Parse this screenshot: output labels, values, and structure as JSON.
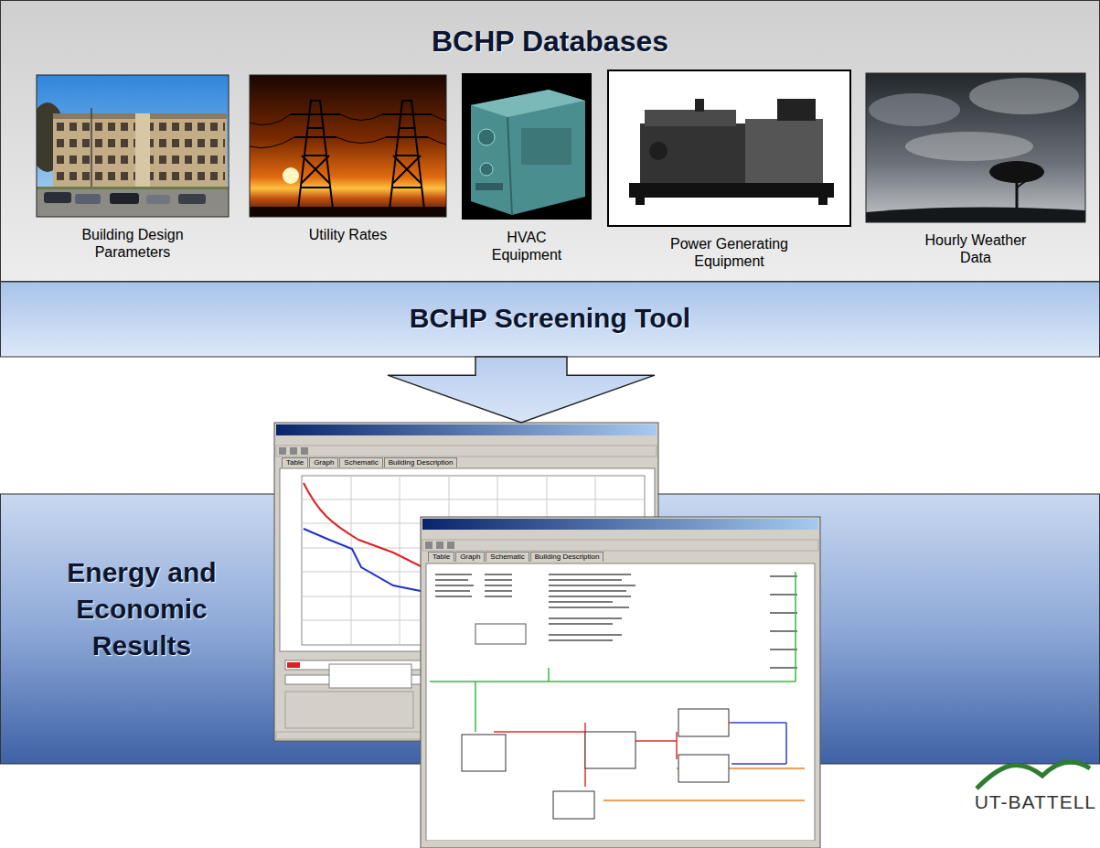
{
  "diagram": {
    "nodes": [
      {
        "text": [
          "BCHP Databases"
        ]
      },
      {
        "text": [
          "Building Design Parameters"
        ],
        "in": 0
      },
      {
        "text": [
          "Utility Rates"
        ],
        "in": 0
      },
      {
        "text": [
          "HVAC Equipment"
        ],
        "in": 0
      },
      {
        "text": [
          "Power Generating Equipment"
        ],
        "in": 0
      },
      {
        "text": [
          "Hourly Weather Data"
        ],
        "in": 0
      },
      {
        "text": [
          "BCHP Screening Tool"
        ]
      },
      {
        "text": [
          "Energy and Economic Results"
        ]
      },
      {
        "text": [
          "Table",
          "Graph",
          "Schematic",
          "Building Description"
        ]
      },
      {
        "text": [
          "Table",
          "Graph",
          "Schematic",
          "Building Description"
        ]
      }
    ],
    "edges": [
      {
        "from": 6,
        "to": 8,
        "arrow": "to"
      }
    ],
    "labels": [
      "UT-BATTELL"
    ]
  }
}
